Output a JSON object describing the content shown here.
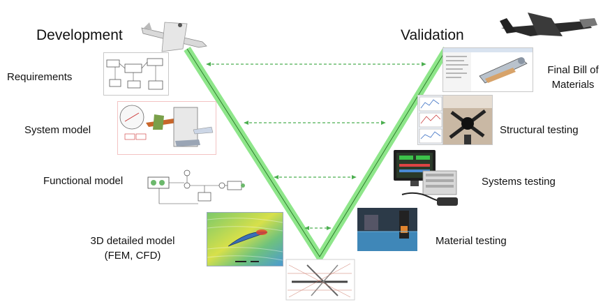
{
  "headings": {
    "left": "Development",
    "right": "Validation"
  },
  "left_stages": {
    "requirements": "Requirements",
    "system_model": "System model",
    "functional_model": "Functional model",
    "detailed_model_line1": "3D detailed model",
    "detailed_model_line2": "(FEM, CFD)"
  },
  "right_stages": {
    "final_bom_line1": "Final Bill of",
    "final_bom_line2": "Materials",
    "structural_testing": "Structural testing",
    "systems_testing": "Systems testing",
    "material_testing": "Material testing"
  },
  "colors": {
    "v_line": "#8ee68a",
    "v_line_core": "#2f7d2f",
    "arrow": "#4caf50"
  }
}
